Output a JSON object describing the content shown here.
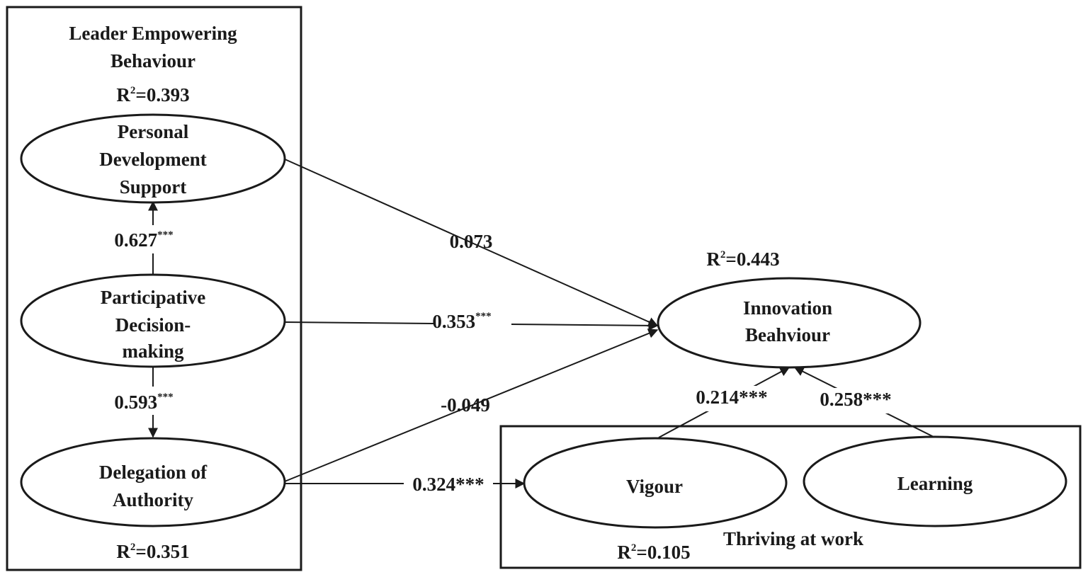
{
  "groups": {
    "leader": {
      "title_line1": "Leader Empowering",
      "title_line2": "Behaviour",
      "r2_top": "0.393",
      "r2_bottom": "0.351"
    },
    "thriving": {
      "title": "Thriving at work",
      "r2": "0.105"
    }
  },
  "nodes": {
    "pds": {
      "line1": "Personal",
      "line2": "Development",
      "line3": "Support"
    },
    "pdm": {
      "line1": "Participative",
      "line2": "Decision-",
      "line3": "making"
    },
    "doa": {
      "line1": "Delegation of",
      "line2": "Authority"
    },
    "ib": {
      "line1": "Innovation",
      "line2": "Beahviour",
      "r2": "0.443"
    },
    "vigour": {
      "label": "Vigour"
    },
    "learning": {
      "label": "Learning"
    }
  },
  "r2_prefix": "R",
  "r2_sup": "2",
  "r2_sep": "=",
  "paths": {
    "pdm_pds": {
      "value": "0.627",
      "stars": "***"
    },
    "pdm_doa": {
      "value": "0.593",
      "stars": "***"
    },
    "pds_ib": {
      "value": "0.073"
    },
    "pdm_ib": {
      "value": "0.353",
      "stars": "***"
    },
    "doa_ib": {
      "value": "-0.049"
    },
    "doa_vigour": {
      "value": "0.324***"
    },
    "vigour_ib": {
      "value": "0.214***"
    },
    "learning_ib": {
      "value": "0.258***"
    }
  }
}
